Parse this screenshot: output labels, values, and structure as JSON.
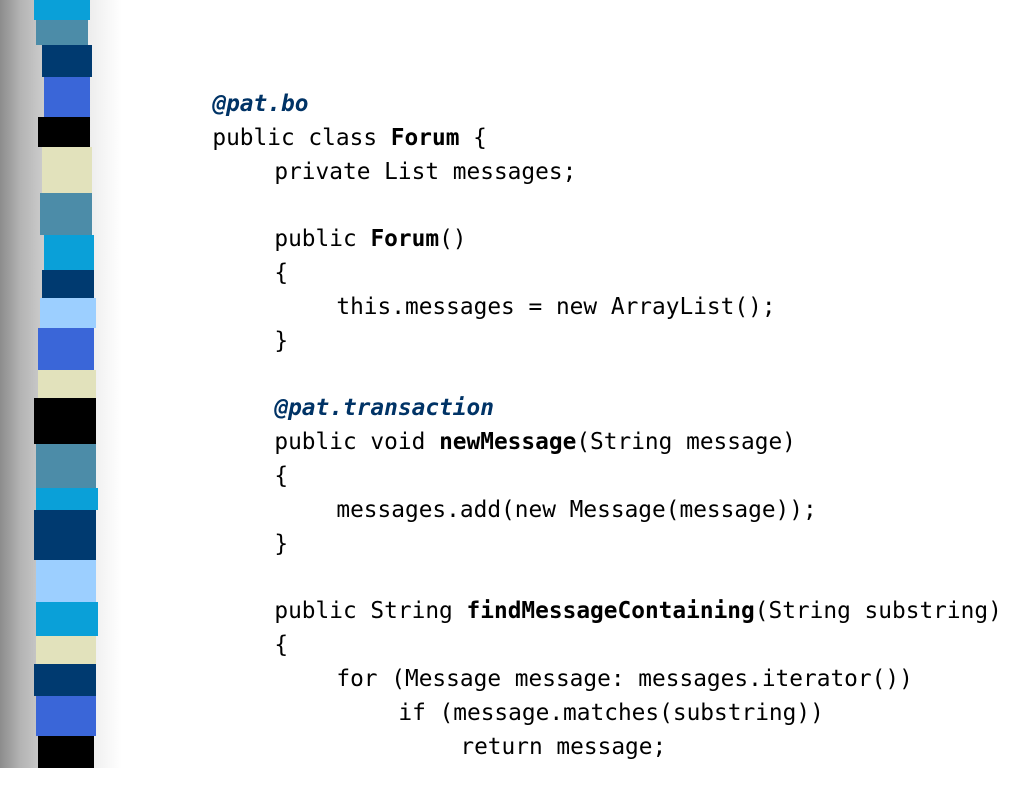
{
  "code": {
    "lines": [
      {
        "id": "annotation-bo",
        "annotation": "@pat.bo"
      },
      {
        "id": "class-decl",
        "prefix": "public class ",
        "name": "Forum",
        "suffix": " {"
      },
      {
        "id": "field-decl",
        "text": "private List messages;"
      },
      {
        "id": "ctor-decl",
        "prefix": "public ",
        "name": "Forum",
        "suffix": "()"
      },
      {
        "id": "ctor-open",
        "text": "{"
      },
      {
        "id": "ctor-body",
        "text": "this.messages = new ArrayList();"
      },
      {
        "id": "ctor-close",
        "text": "}"
      },
      {
        "id": "annotation-transaction",
        "annotation": "@pat.transaction"
      },
      {
        "id": "newmessage-decl",
        "prefix": "public void ",
        "name": "newMessage",
        "suffix": "(String message)"
      },
      {
        "id": "newmessage-open",
        "text": "{"
      },
      {
        "id": "newmessage-body",
        "text": "messages.add(new Message(message));"
      },
      {
        "id": "newmessage-close",
        "text": "}"
      },
      {
        "id": "find-decl",
        "prefix": "public String ",
        "name": "findMessageContaining",
        "suffix": "(String substring)"
      },
      {
        "id": "find-open",
        "text": "{"
      },
      {
        "id": "for-loop",
        "text": "for (Message message: messages.iterator())"
      },
      {
        "id": "if-stmt",
        "text": "if (message.matches(substring))"
      },
      {
        "id": "return-stmt",
        "text": "return message;"
      }
    ]
  },
  "colors": {
    "annotation": "#003366",
    "text": "#000000",
    "background": "#ffffff"
  },
  "decoration": {
    "strip_palette": [
      "#0aa0d8",
      "#4c8ca8",
      "#003a70",
      "#3a66d8",
      "#000000",
      "#e2e2bc",
      "#9ccfff"
    ]
  }
}
